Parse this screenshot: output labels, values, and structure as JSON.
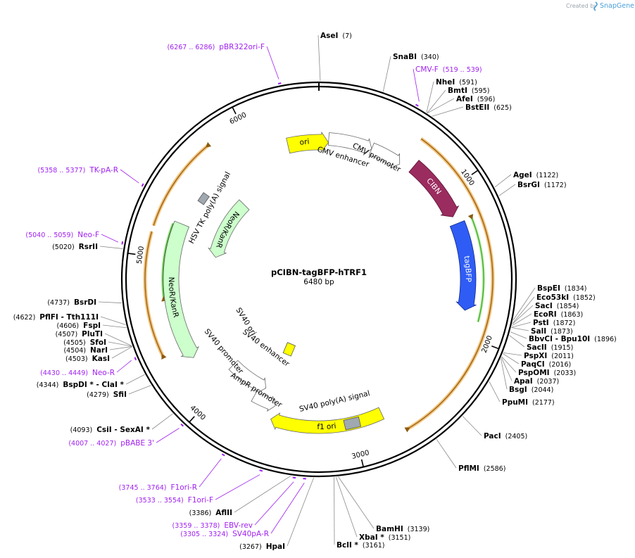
{
  "credit": {
    "prefix": "Created by",
    "brand": "SnapGene"
  },
  "plasmid": {
    "name": "pCIBN-tagBFP-hTRF1",
    "length": 6480,
    "length_label": "6480 bp"
  },
  "ticks": [
    {
      "pos": 1000,
      "label": "1000"
    },
    {
      "pos": 2000,
      "label": "2000"
    },
    {
      "pos": 3000,
      "label": "3000"
    },
    {
      "pos": 4000,
      "label": "4000"
    },
    {
      "pos": 5000,
      "label": "5000"
    },
    {
      "pos": 6000,
      "label": "6000"
    }
  ],
  "sites": [
    {
      "name": "AseI",
      "pos": "(7)",
      "bp": 7
    },
    {
      "name": "SnaBI",
      "pos": "(340)",
      "bp": 340
    },
    {
      "name": "NheI",
      "pos": "(591)",
      "bp": 591
    },
    {
      "name": "BmtI",
      "pos": "(595)",
      "bp": 595
    },
    {
      "name": "AfeI",
      "pos": "(596)",
      "bp": 596
    },
    {
      "name": "BstEII",
      "pos": "(625)",
      "bp": 625
    },
    {
      "name": "AgeI",
      "pos": "(1122)",
      "bp": 1122
    },
    {
      "name": "BsrGI",
      "pos": "(1172)",
      "bp": 1172
    },
    {
      "name": "BspEI",
      "pos": "(1834)",
      "bp": 1834
    },
    {
      "name": "Eco53kI",
      "pos": "(1852)",
      "bp": 1852
    },
    {
      "name": "SacI",
      "pos": "(1854)",
      "bp": 1854
    },
    {
      "name": "EcoRI",
      "pos": "(1863)",
      "bp": 1863
    },
    {
      "name": "PstI",
      "pos": "(1872)",
      "bp": 1872
    },
    {
      "name": "SalI",
      "pos": "(1873)",
      "bp": 1873
    },
    {
      "name": "BbvCI - Bpu10I",
      "pos": "(1896)",
      "bp": 1896
    },
    {
      "name": "SacII",
      "pos": "(1915)",
      "bp": 1915
    },
    {
      "name": "PspXI",
      "pos": "(2011)",
      "bp": 2011
    },
    {
      "name": "PaqCI",
      "pos": "(2016)",
      "bp": 2016
    },
    {
      "name": "PspOMI",
      "pos": "(2033)",
      "bp": 2033
    },
    {
      "name": "ApaI",
      "pos": "(2037)",
      "bp": 2037
    },
    {
      "name": "BsgI",
      "pos": "(2044)",
      "bp": 2044
    },
    {
      "name": "PpuMI",
      "pos": "(2177)",
      "bp": 2177
    },
    {
      "name": "PacI",
      "pos": "(2405)",
      "bp": 2405
    },
    {
      "name": "PflMI",
      "pos": "(2586)",
      "bp": 2586
    },
    {
      "name": "BamHI",
      "pos": "(3139)",
      "bp": 3139
    },
    {
      "name": "XbaI *",
      "pos": "(3151)",
      "bp": 3151
    },
    {
      "name": "BclI *",
      "pos": "(3161)",
      "bp": 3161
    },
    {
      "name": "HpaI",
      "pos": "(3267)",
      "bp": 3267
    },
    {
      "name": "AflII",
      "pos": "(3386)",
      "bp": 3386
    },
    {
      "name": "CsiI - SexAI *",
      "pos": "(4093)",
      "bp": 4093
    },
    {
      "name": "SfiI",
      "pos": "(4279)",
      "bp": 4279
    },
    {
      "name": "BspDI * - ClaI *",
      "pos": "(4344)",
      "bp": 4344
    },
    {
      "name": "KasI",
      "pos": "(4503)",
      "bp": 4503
    },
    {
      "name": "NarI",
      "pos": "(4504)",
      "bp": 4504
    },
    {
      "name": "SfoI",
      "pos": "(4505)",
      "bp": 4505
    },
    {
      "name": "PluTI",
      "pos": "(4507)",
      "bp": 4507
    },
    {
      "name": "FspI",
      "pos": "(4606)",
      "bp": 4606
    },
    {
      "name": "PflFI - Tth111I",
      "pos": "(4622)",
      "bp": 4622
    },
    {
      "name": "BsrDI",
      "pos": "(4737)",
      "bp": 4737
    },
    {
      "name": "RsrII",
      "pos": "(5020)",
      "bp": 5020
    }
  ],
  "primers": [
    {
      "name": "pBR322ori-F",
      "range": "(6267 .. 6286)",
      "bp": 6276
    },
    {
      "name": "CMV-F",
      "range": "(519 .. 539)",
      "bp": 529
    },
    {
      "name": "TK-pA-R",
      "range": "(5358 .. 5377)",
      "bp": 5367
    },
    {
      "name": "Neo-F",
      "range": "(5040 .. 5059)",
      "bp": 5049
    },
    {
      "name": "Neo-R",
      "range": "(4430 .. 4449)",
      "bp": 4439
    },
    {
      "name": "pBABE 3'",
      "range": "(4007 .. 4027)",
      "bp": 4017
    },
    {
      "name": "F1ori-R",
      "range": "(3745 .. 3764)",
      "bp": 3754
    },
    {
      "name": "F1ori-F",
      "range": "(3533 .. 3554)",
      "bp": 3543
    },
    {
      "name": "EBV-rev",
      "range": "(3359 .. 3378)",
      "bp": 3368
    },
    {
      "name": "SV40pA-R",
      "range": "(3305 .. 3324)",
      "bp": 3314
    }
  ],
  "features": {
    "cmv_enhancer": "CMV enhancer",
    "cmv_promoter": "CMV promoter",
    "cibn": "CIBN",
    "tagbfp": "tagBFP",
    "ori": "ori",
    "hsv_tk": "HSV TK poly(A) signal",
    "neokan_outer": "NeoR/KanR",
    "neokan_inner": "NeoR/KanR",
    "sv40_ori": "SV40 ori",
    "sv40_enhancer": "SV40 enhancer",
    "sv40_promoter": "SV40 promoter",
    "ampr_promoter": "AmpR promoter",
    "f1_ori": "f1 ori",
    "sv40_polya": "SV40 poly(A) signal"
  },
  "colors": {
    "backbone": "#000000",
    "primer": "#a020f0",
    "cibn": "#9b2c5f",
    "tagbfp": "#2e5cf5",
    "ori": "#ffff00",
    "neokan": "#ccffcc",
    "orange": "#f0a030",
    "green_orf": "#3aa020",
    "polya": "#a0a8b0",
    "promoter": "#ffffff"
  }
}
